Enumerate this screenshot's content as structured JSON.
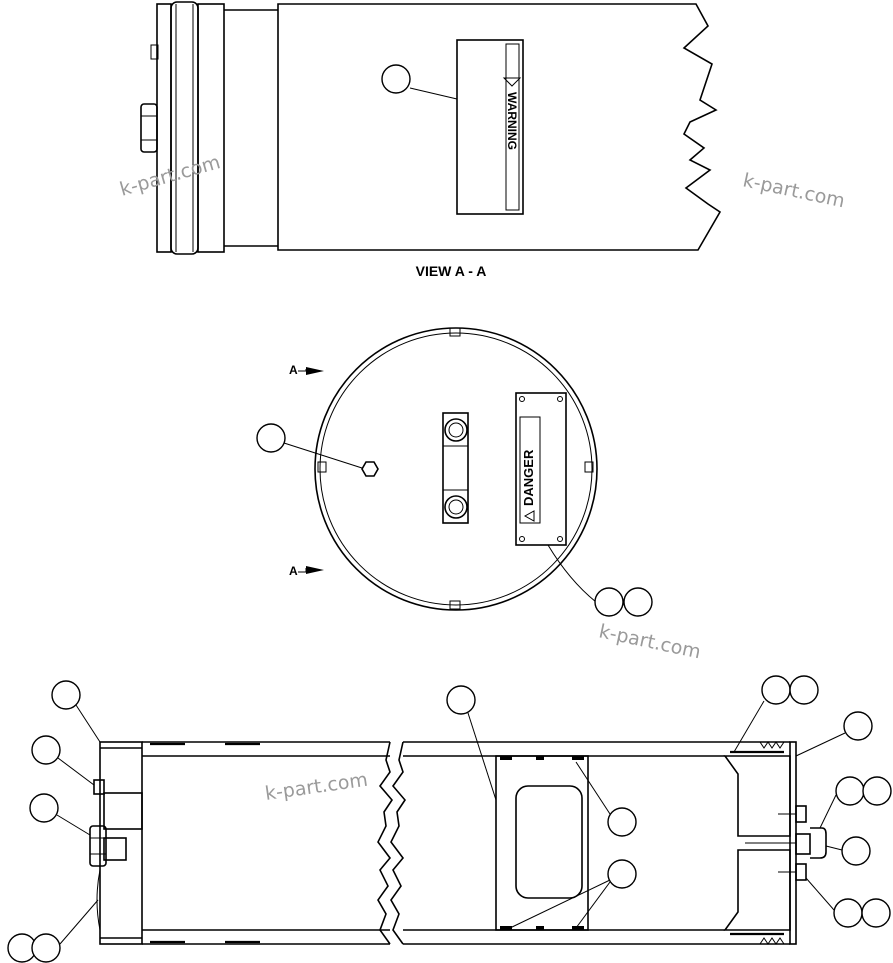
{
  "view_label": "VIEW  A - A",
  "warning_label": "WARNING",
  "danger_label": "DANGER",
  "section_marker_top": "A",
  "section_marker_bottom": "A",
  "watermarks": [
    "k-part.com",
    "k-part.com",
    "k-part.com",
    "k-part.com"
  ],
  "icons": {
    "warning_symbol": "warning-triangle-icon",
    "danger_symbol": "warning-triangle-icon",
    "section_arrow": "arrow-right-icon"
  }
}
